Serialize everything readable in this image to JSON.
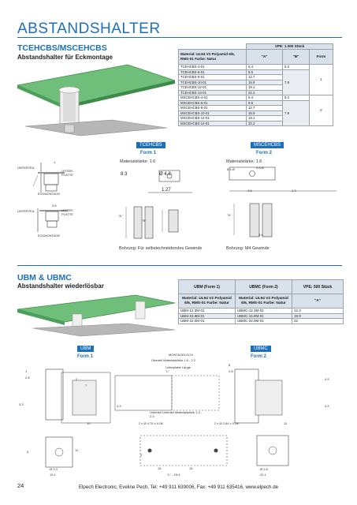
{
  "page": {
    "title": "ABSTANDSHALTER",
    "number": "24",
    "footer": "Elpech Electronic, Eveline Pech, Tel: +49 911 639006, Fax: +49 911 635416, www.elpech.de"
  },
  "section1": {
    "title": "TCEHCBS/MSCEHCBS",
    "subtitle": "Abstandshalter für Eckmontage",
    "table": {
      "vpe": "VPE: 1.000 Stück",
      "material": "Material: UL94 V2 Polyamid 6/6, RMS-01 Farbe: Natur",
      "col_a": "\"A\"",
      "col_b": "\"B\"",
      "col_form": "Form",
      "rows": [
        {
          "part": "TCEHCBS-4-01",
          "a": "6.4",
          "b": "5.2",
          "form": ""
        },
        {
          "part": "TCEHCBS-6-01",
          "a": "9.5",
          "b": "",
          "form": ""
        },
        {
          "part": "TCEHCBS-8-01",
          "a": "12.7",
          "b": "",
          "form": ""
        },
        {
          "part": "TCEHCBS-10-01",
          "a": "15.9",
          "b": "7.9",
          "form": "1"
        },
        {
          "part": "TCEHCBS-12-01",
          "a": "19.1",
          "b": "",
          "form": ""
        },
        {
          "part": "TCEHCBS-14-01",
          "a": "22.2",
          "b": "",
          "form": ""
        },
        {
          "part": "MSCEHCBS-4-01",
          "a": "6.4",
          "b": "5.2",
          "form": ""
        },
        {
          "part": "MSCEHCBS-6-01",
          "a": "9.5",
          "b": "",
          "form": ""
        },
        {
          "part": "MSCEHCBS-8-01",
          "a": "12.7",
          "b": "",
          "form": ""
        },
        {
          "part": "MSCEHCBS-10-01",
          "a": "15.9",
          "b": "7.9",
          "form": "2"
        },
        {
          "part": "MSCEHCBS-12-01",
          "a": "19.1",
          "b": "",
          "form": ""
        },
        {
          "part": "MSCEHCBS-14-01",
          "a": "22.2",
          "b": "",
          "form": ""
        }
      ]
    },
    "form1_tag": "TCEHCBS",
    "form1_label": "Form 1",
    "form2_tag": "MSCEHCBS",
    "form2_label": "Form 2",
    "mat1": "Materialstärke: 1.6",
    "mat2": "Materialstärke: 1.6",
    "dim_83": "8.3",
    "dim_48": "Ø 4.8",
    "dim_127": "1.27",
    "dim_83b": "8.3 Ø",
    "dim_48b": "4.8 Ø",
    "dim_46": "4.6",
    "dim_13": "1.3",
    "dim_34": "3.4",
    "dim_a": "\"A\"",
    "dim_b": "\"B\"",
    "unterteil1": "UNTERTEIL",
    "leiterplatte1": "LEITER-PLATTE",
    "eckmontage1": "ECKMONTAGE",
    "dim_1": "1",
    "unterteil2": "UNTERTEIL",
    "leiterplatte2": "LEITER-PLATTE",
    "eckmontage2": "ECKMONTAGE",
    "dim_08": "0.8",
    "bohrung1": "Bohrung: Für selbstechneidendes Gewinde",
    "bohrung2": "Bohrung: M4 Gewinde"
  },
  "section2": {
    "title": "UBM & UBMC",
    "subtitle": "Abstandshalter wiederlösbar",
    "table": {
      "col1": "UBM (Form 1)",
      "col2": "UBMC (Form 2)",
      "col3": "VPE: 500 Stück",
      "mat1": "Material: UL94 V2 Polyamid 6/6, RMS-01 Farbe: Natur",
      "mat2": "Material: UL94 V2 Polyamid 6/6, RMS-01 Farbe: Natur",
      "col_a": "\"A\"",
      "rows": [
        {
          "ubm": "UBM-12.3M-01",
          "ubmc": "UBMC-12.3M-01",
          "a": "12.3"
        },
        {
          "ubm": "UBM-15.9M-01",
          "ubmc": "UBMC-15.9M-01",
          "a": "15.9"
        },
        {
          "ubm": "UBM-22.0M-01",
          "ubmc": "UBMC-22.0M-01",
          "a": "22"
        }
      ]
    },
    "form1_tag": "UBM",
    "form1_label": "Form 1",
    "form2_tag": "UBMC",
    "form2_label": "Form 2",
    "montageloch": "MONTAGELOCH",
    "oberteil": "Oberteil Materialstärke 1.6 - 2.2",
    "leiterplatte": "Leiterplatte Länge \"L\"",
    "unterteil": "Unterteil Unterteil Materialstärke 1.0 - 2.3",
    "holes1": "2 x Ø 4.75 ± 0.08",
    "holes2": "2 x Ø 2.84 ± 0.08",
    "d1": "1",
    "d28a": "2.8",
    "d28b": "2.8",
    "d8": "8",
    "d2": "2",
    "d7": "7",
    "d43a": "4.3",
    "d43b": "4.3",
    "d45": "4.5",
    "d33": "3.3",
    "d10": "10",
    "d11": "11",
    "d5": "5",
    "d12": "12",
    "d4": "4",
    "d15a": "15",
    "d15b": "15",
    "d_l": "\"L\" - 15.4",
    "d_ot": "Ø 3.3",
    "d_101": "10.1",
    "d_ot2": "Ø 2.8",
    "d_201": "20.1"
  }
}
